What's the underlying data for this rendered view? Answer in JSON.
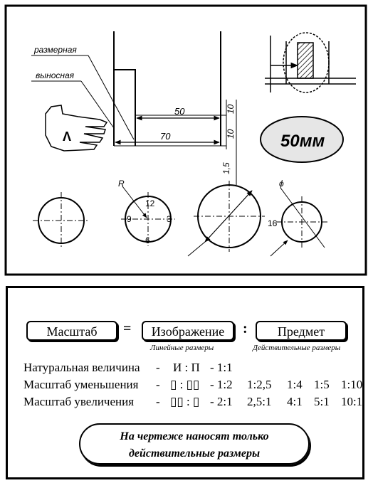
{
  "figure": {
    "labels": {
      "dimension_line": "размерная",
      "extension_line": "выносная"
    },
    "dims": {
      "d50": "50",
      "d70": "70",
      "d10a": "10",
      "d10b": "10",
      "d15": "1,5",
      "letter": "Λ",
      "stamp": "50мм",
      "r": "R",
      "phi": "ϕ",
      "n16": "16",
      "n12": "12",
      "n3": "3",
      "n6": "6",
      "n9": "9"
    }
  },
  "formula": {
    "scale": "Масштаб",
    "eq": "=",
    "image": "Изображение",
    "colon": ":",
    "object": "Предмет",
    "image_caption": "Линейные размеры",
    "object_caption": "Действительные размеры"
  },
  "rows": [
    {
      "label": "Натуральная величина",
      "dash": "-",
      "ratio": "И : П",
      "values": [
        "- 1:1"
      ]
    },
    {
      "label": "Масштаб уменьшения",
      "dash": "-",
      "ratio": "▯ : ▯▯",
      "values": [
        "- 1:2",
        "1:2,5",
        "1:4",
        "1:5",
        "1:10"
      ]
    },
    {
      "label": "Масштаб увеличения",
      "dash": "-",
      "ratio": "▯▯ : ▯",
      "values": [
        "- 2:1",
        "2,5:1",
        "4:1",
        "5:1",
        "10:1"
      ]
    }
  ],
  "note": {
    "line1": "На чертеже наносят только",
    "line2": "действительные размеры"
  }
}
